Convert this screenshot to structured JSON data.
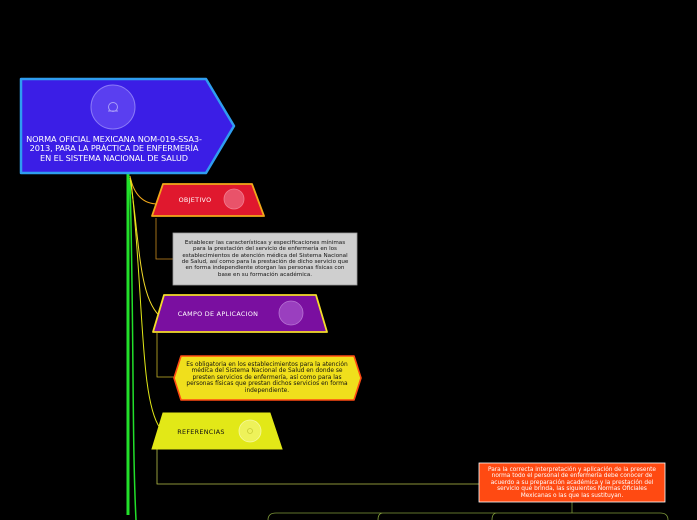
{
  "colors": {
    "background": "#000000",
    "root_fill": "#3b1ee6",
    "root_stroke": "#2f9df0",
    "trunk_line": "#22e02a",
    "objetivo_fill": "#e0182e",
    "objetivo_stroke": "#f2a81a",
    "campo_fill": "#7a0fa0",
    "campo_stroke": "#f4dc2a",
    "referencias_fill": "#e2e817",
    "grey_note_fill": "#cfcfcf",
    "yellow_note_fill": "#f0df1c",
    "yellow_note_stroke": "#ff4a12",
    "red_note_fill": "#ff4a12",
    "connector_line": "#c9e52a"
  },
  "root": {
    "title": "NORMA OFICIAL MEXICANA NOM-019-SSA3-2013, PARA LA PRÁCTICA DE ENFERMERÍA EN EL SISTEMA NACIONAL DE SALUD",
    "icon": "image-placeholder-icon"
  },
  "branches": {
    "objetivo": {
      "label": "OBJETIVO",
      "icon": "image-placeholder-icon",
      "note": "Establecer las características y especificaciones mínimas para la prestación del servicio de enfermería en los establecimientos de atención médica del Sistema Nacional de Salud, así como para la prestación de dicho servicio que en forma independiente otorgan las personas físicas con base en su formación académica."
    },
    "campo": {
      "label": "CAMPO DE APLICACION",
      "icon": "image-placeholder-icon",
      "note": "Es obligatoria en los establecimientos para la atención médica del Sistema Nacional de Salud en donde se presten servicios de enfermería, así como para las personas físicas que prestan dichos servicios en forma independiente."
    },
    "referencias": {
      "label": "REFERENCIAS",
      "icon": "image-placeholder-icon",
      "note": "Para la correcta interpretación y aplicación de la presente norma todo el personal de enfermería debe conocer de acuerdo a su preparación académica y la prestación del servicio que brinda, las siguientes Normas Oficiales Mexicanas o las que las sustituyan."
    }
  }
}
